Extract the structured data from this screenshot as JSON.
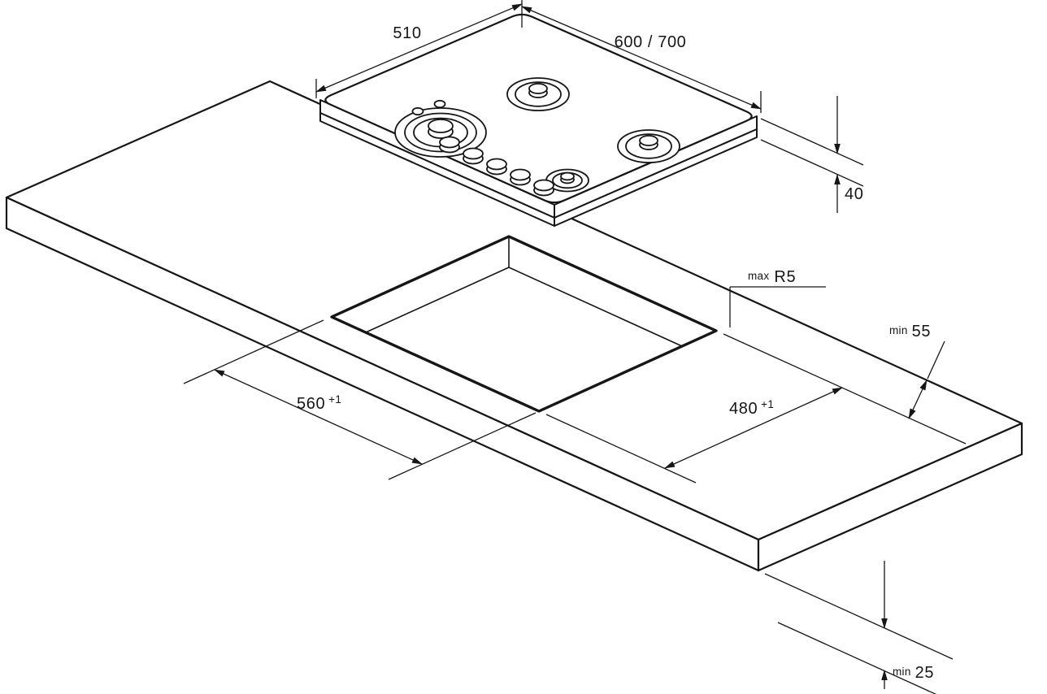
{
  "diagram": {
    "type": "hob-installation-dimension-drawing",
    "dims": {
      "hob_depth": {
        "value": "510"
      },
      "hob_width": {
        "value": "600 / 700"
      },
      "hob_height": {
        "value": "40"
      },
      "cutout_radius": {
        "prefix": "max",
        "value": "R5"
      },
      "side_clearance": {
        "prefix": "min",
        "value": "55"
      },
      "cutout_width": {
        "value": "560",
        "tolerance": "+1"
      },
      "cutout_depth": {
        "value": "480",
        "tolerance": "+1"
      },
      "bottom_clearance": {
        "prefix": "min",
        "value": "25"
      }
    },
    "colors": {
      "line": "#161616",
      "background": "#ffffff"
    }
  }
}
